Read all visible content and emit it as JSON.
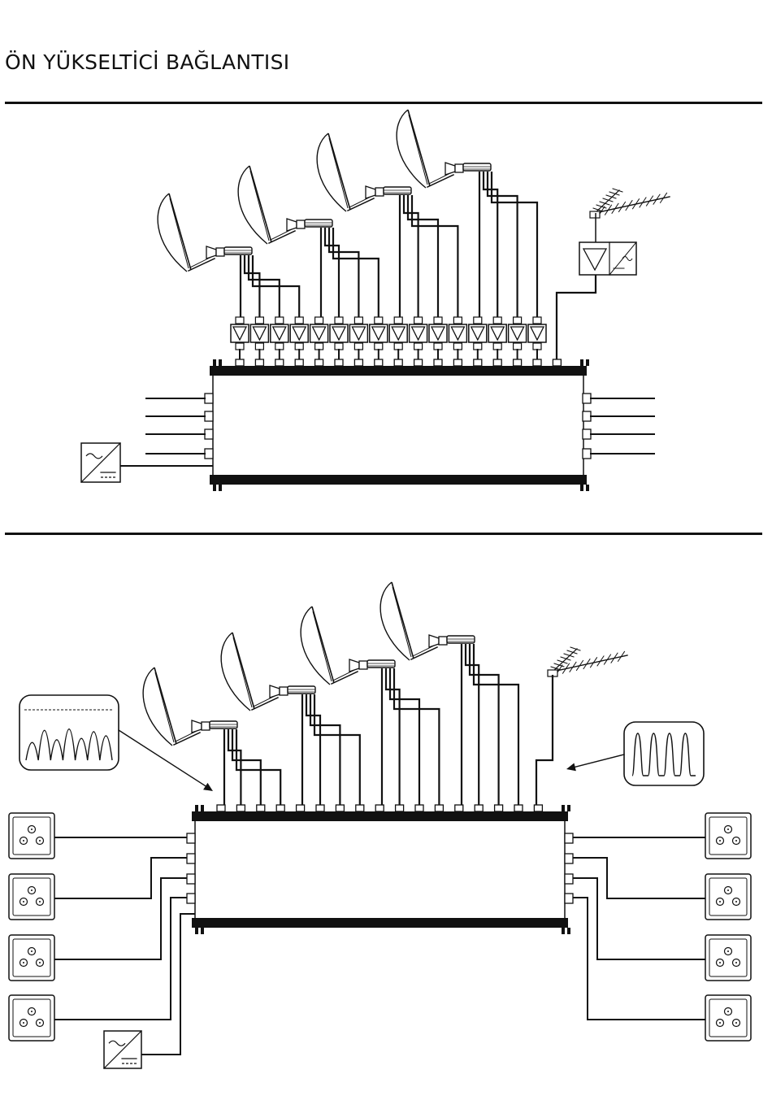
{
  "page": {
    "title": "ÖN YÜKSELTİCİ BAĞLANTISI"
  },
  "diagram_top": {
    "satellites": 4,
    "lnb_outputs_per_satellite": 4,
    "inline_amplifiers": 16,
    "terrestrial_amplifier": true,
    "multiswitch_side_outputs": 8,
    "power_supply": true
  },
  "diagram_bottom": {
    "satellites": 4,
    "lnb_outputs_per_satellite": 4,
    "wall_outlets": 8,
    "power_supply": true,
    "spectrum_before": "uneven",
    "spectrum_after": "even"
  },
  "colors": {
    "line": "#111111",
    "background": "#ffffff"
  }
}
